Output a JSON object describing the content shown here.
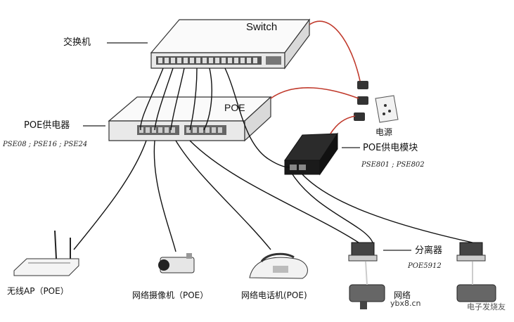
{
  "labels": {
    "switch_cn": "交换机",
    "switch_en": "Switch",
    "poe_device": "POE供电器",
    "poe_device_models": "PSE08 ; PSE16 ; PSE24",
    "poe_on_device": "POE",
    "power_source": "电源",
    "poe_module": "POE供电模块",
    "poe_module_models": "PSE801 ; PSE802",
    "splitter": "分离器",
    "splitter_model": "POE5912",
    "wireless_ap": "无线AP（POE）",
    "ip_camera": "网络摄像机（POE）",
    "ip_phone": "网络电话机(POE)",
    "partial_label": "网络"
  },
  "watermark": {
    "text": "ybx8.cn",
    "brand": "电子发烧友"
  },
  "colors": {
    "power_cable": "#c0392b",
    "data_cable": "#111111",
    "device_outline": "#333333"
  }
}
